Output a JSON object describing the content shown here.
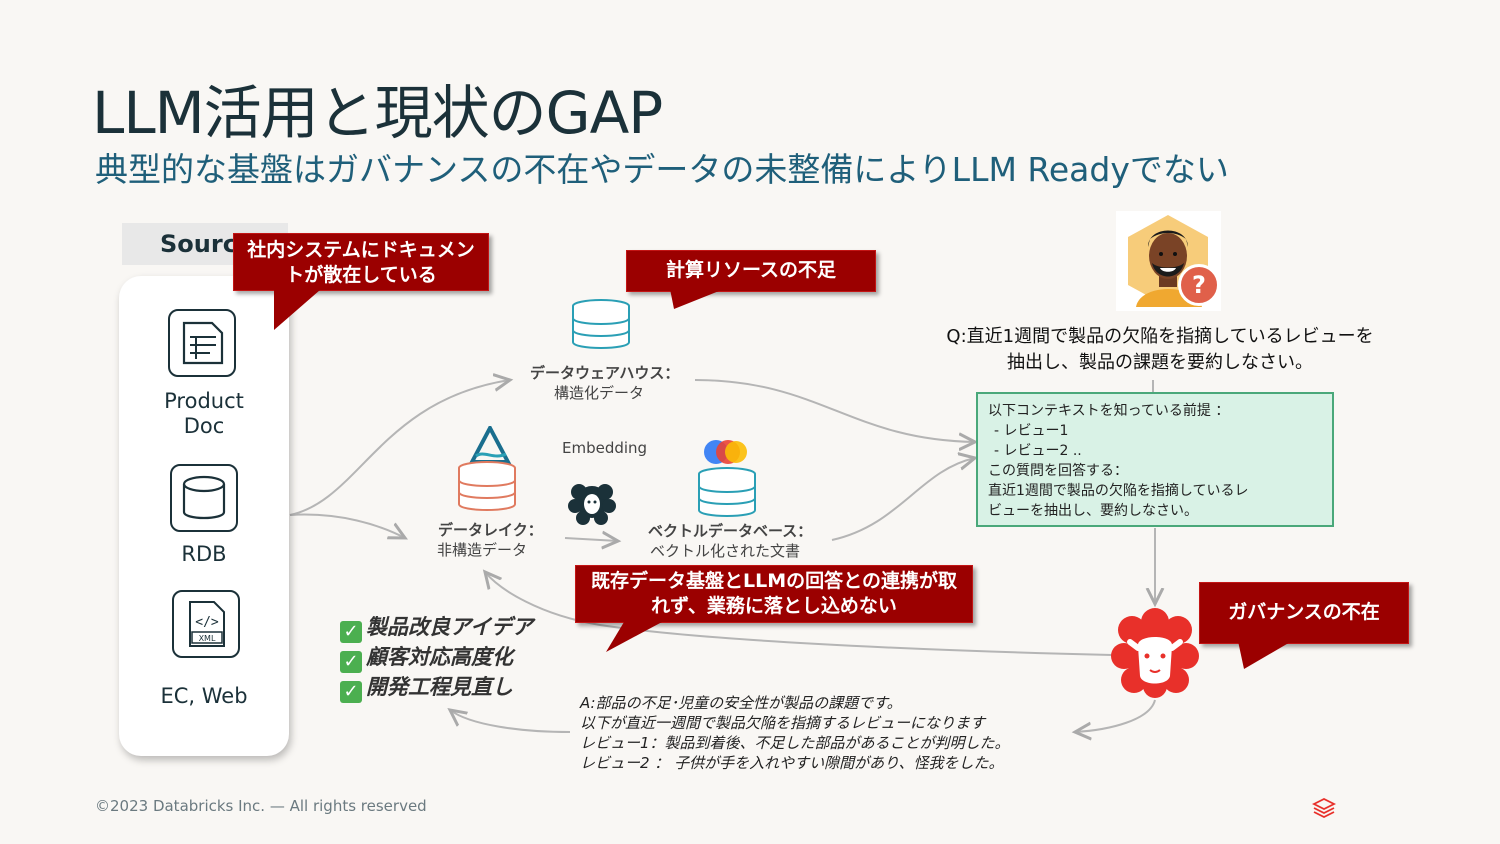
{
  "slide": {
    "title": "LLM活用と現状のGAP",
    "subtitle": "典型的な基盤はガバナンスの不在やデータの未整備によりLLM Readyでない"
  },
  "sources": {
    "tab_label": "Source",
    "items": [
      {
        "label_line1": "Product",
        "label_line2": "Doc",
        "icon": "document-icon"
      },
      {
        "label_line1": "RDB",
        "icon": "database-icon"
      },
      {
        "label_line1": "EC, Web",
        "icon": "xml-file-icon"
      }
    ]
  },
  "callouts": {
    "scattered_docs_line1": "社内システムにドキュメン",
    "scattered_docs_line2": "トが散在している",
    "compute_shortage": "計算リソースの不足",
    "integration_line1": "既存データ基盤とLLMの回答との連携が取",
    "integration_line2": "れず、業務に落とし込めない",
    "governance": "ガバナンスの不在"
  },
  "nodes": {
    "warehouse_title": "データウェアハウス：",
    "warehouse_sub": "構造化データ",
    "lake_title": "データレイク：",
    "lake_sub": "非構造データ",
    "vector_title": "ベクトルデータベース：",
    "vector_sub": "ベクトル化された文書",
    "embedding": "Embedding"
  },
  "qa": {
    "question_line1": "Q:直近1週間で製品の欠陥を指摘しているレビューを",
    "question_line2": "抽出し、製品の課題を要約しなさい。",
    "context_lines": [
      "以下コンテキストを知っている前提 ：",
      " - レビュー1",
      " - レビュー2 ..",
      "この質問を回答する：",
      "直近1週間で製品の欠陥を指摘しているレ",
      "ビューを抽出し、要約しなさい。"
    ],
    "answer_lines": [
      "A:部品の不足･児童の安全性が製品の課題です。",
      "以下が直近一週間で製品欠陥を指摘するレビューになります",
      "レビュー1：製品到着後、不足した部品があることが判明した。",
      "レビュー2 ： 子供が手を入れやすい隙間があり、怪我をした。"
    ]
  },
  "outcomes": [
    "製品改良アイデア",
    "顧客対応高度化",
    "開発工程見直し"
  ],
  "check_mark": "✓",
  "help_mark": "?",
  "footer": "©2023 Databricks Inc. — All rights reserved",
  "colors": {
    "callout": "#9b0000",
    "llama": "#e8302a",
    "context_bg": "#d9f2e6",
    "db_blue": "#2a9fb5",
    "db_orange": "#e07a5f"
  }
}
